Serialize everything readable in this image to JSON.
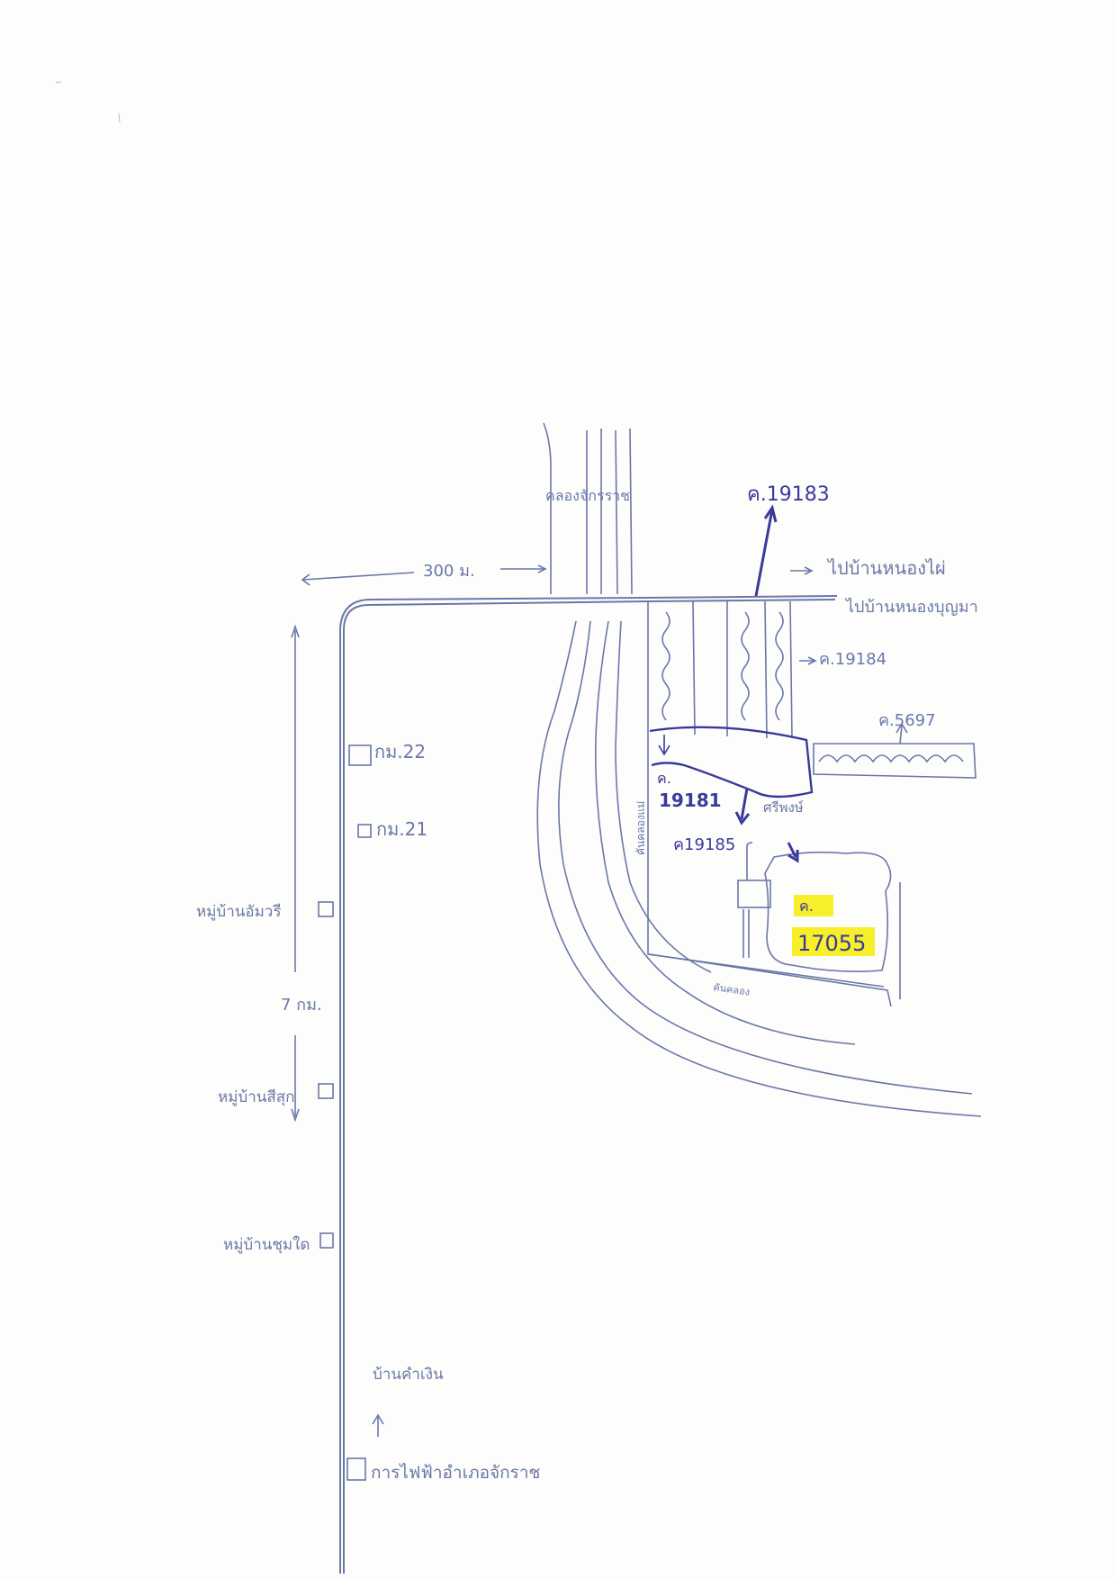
{
  "map": {
    "canal_label": "คลองจักรราช",
    "distance_label": "300 ม.",
    "to_village_label": "ไปบ้านหนองไผ่",
    "to_village2_label": "ไปบ้านหนองบุญมา",
    "plot_north": "ค.19183",
    "plot_east": "ค.19184",
    "plot_east2": "ค.5697",
    "plot_main_prefix": "ค.",
    "plot_main": "19181",
    "plot_south_mirror": "ค19185",
    "plot_target_prefix": "ค.",
    "plot_target": "17055",
    "neighbor_label": "ศรีพงษ์",
    "km22": "กม.22",
    "km21": "กม.21",
    "village1": "หมู่บ้านอัมวรี",
    "village2": "หมู่บ้านสีสุก",
    "village3": "หมู่บ้านชุมใด",
    "village4": "บ้านคำเงิน",
    "distance_road": "7 กม.",
    "office_label": "การไฟฟ้าอำเภอจักราช",
    "bottom_edge_label": "คันคลอง",
    "side_label": "คันคลองแม่"
  },
  "colors": {
    "pencil": "#6a78a8",
    "ink": "#3a3a9a",
    "highlight": "#f6ef2a"
  }
}
